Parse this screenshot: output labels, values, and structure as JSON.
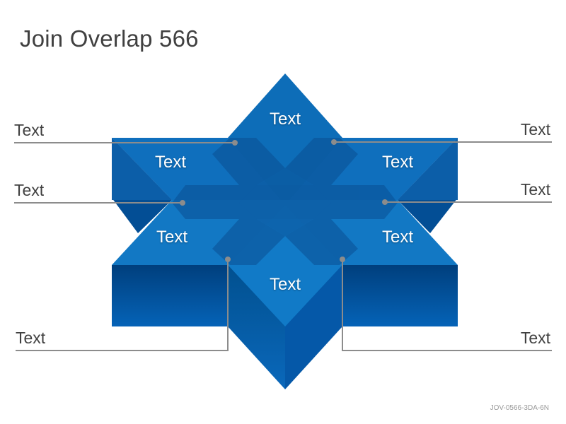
{
  "title": "Join Overlap 566",
  "footer_code": "JOV-0566-3DA-6N",
  "shape_labels": [
    "Text",
    "Text",
    "Text",
    "Text",
    "Text",
    "Text"
  ],
  "callouts_left": [
    "Text",
    "Text",
    "Text"
  ],
  "callouts_right": [
    "Text",
    "Text",
    "Text"
  ],
  "colors": {
    "face_light": "#1177c4",
    "face_mid": "#0d69b2",
    "side_dark": "#004a8e",
    "overlap": "#0a4f93",
    "leader": "#8c8c8c",
    "text": "#404040"
  }
}
